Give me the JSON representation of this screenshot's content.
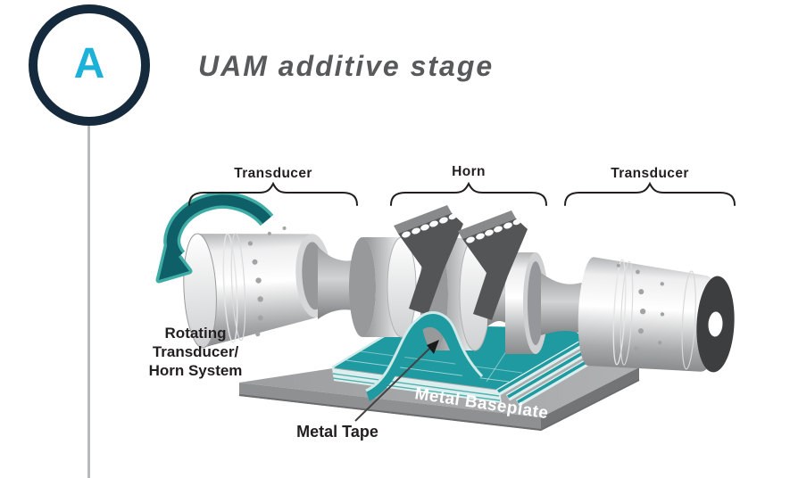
{
  "badge": {
    "letter": "A"
  },
  "title": "UAM additive stage",
  "colors": {
    "navy": "#152b3d",
    "cyan": "#1bb1d8",
    "title_gray": "#58595b",
    "label_black": "#231f20",
    "teal": "#1e9aa0",
    "teal_dark": "#0f5f69",
    "teal_outline": "#3fada6",
    "teal_edge_light": "#cfeae8",
    "plate_gray": "#a7a8aa",
    "plate_front": "#8f9092",
    "plate_side": "#737476",
    "bracket_gray": "#545557",
    "connector_gray": "#b8b9ba"
  },
  "diagram": {
    "section_labels": {
      "transducer_left": "Transducer",
      "horn": "Horn",
      "transducer_right": "Transducer"
    },
    "annotations": {
      "rotating": {
        "lines": [
          "Rotating",
          "Transducer/",
          "Horn System"
        ]
      },
      "metal_tape": "Metal Tape",
      "metal_baseplate": "Metal Baseplate"
    }
  }
}
